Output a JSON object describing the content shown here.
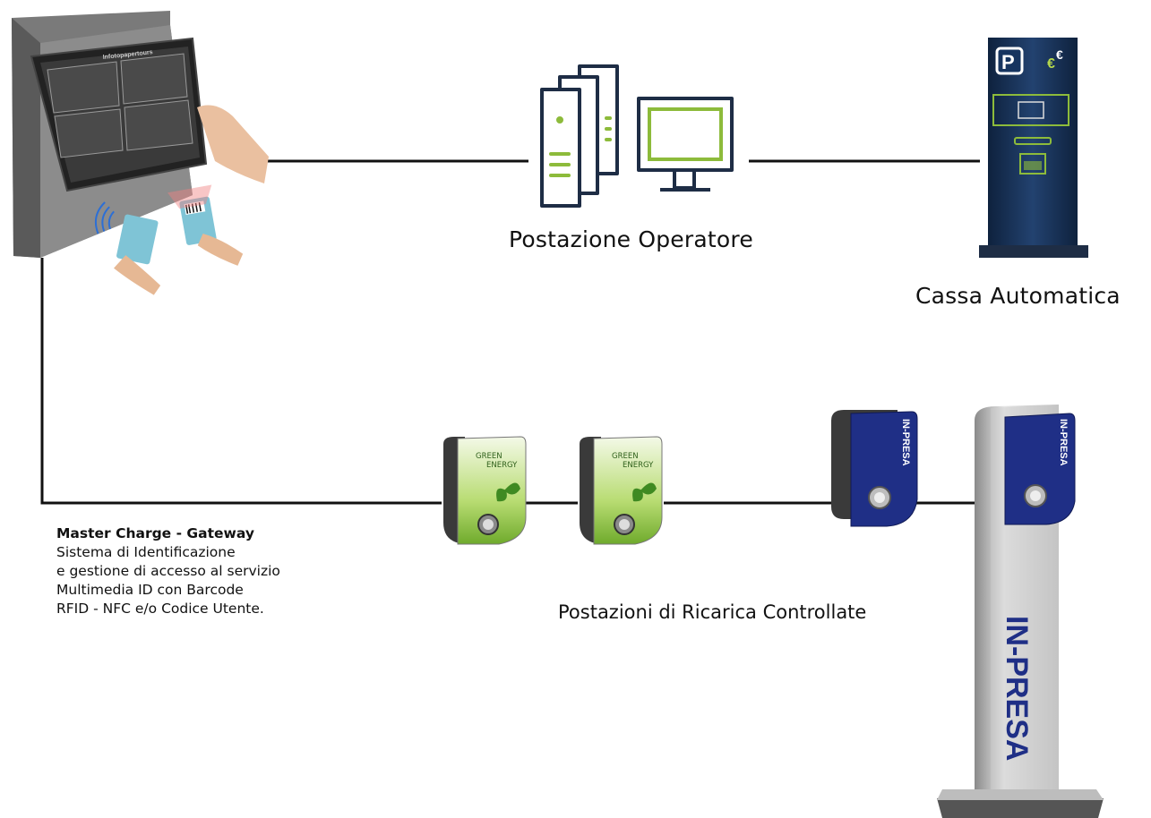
{
  "nodes": {
    "operator": {
      "label": "Postazione Operatore"
    },
    "cashier": {
      "label": "Cassa Automatica"
    },
    "chargers": {
      "label": "Postazioni di Ricarica Controllate"
    },
    "gateway": {
      "title": "Master Charge - Gateway",
      "lines": [
        "Sistema di Identificazione",
        "e gestione di accesso al servizio",
        "Multimedia ID con Barcode",
        "RFID - NFC e/o Codice Utente."
      ]
    }
  },
  "devices": {
    "green_charger_text": [
      "GREEN",
      "ENERGY"
    ],
    "inpresa_brand": "IN-PRESA",
    "kiosk_screen_title": "Infotopapertours"
  },
  "colors": {
    "line": "#111111",
    "icon_green": "#8dbb3b",
    "icon_navy": "#1e2d45",
    "kiosk_blue": "#16345f",
    "charger_green": "#a8d15a",
    "charger_blue": "#1f2f86"
  }
}
